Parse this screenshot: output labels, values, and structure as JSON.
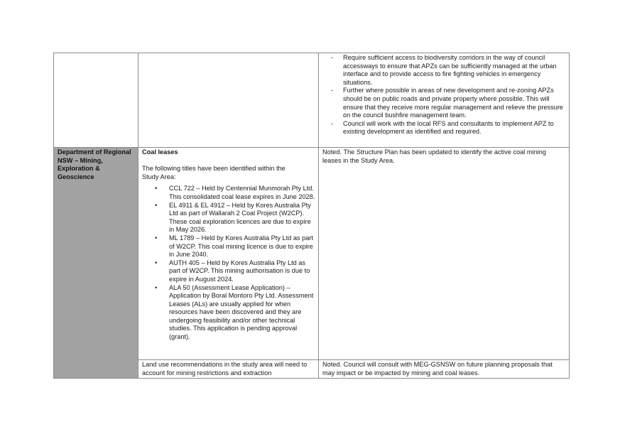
{
  "rows": {
    "top": {
      "stakeholder": "",
      "issue": "",
      "response_items": [
        "Require sufficient access to biodiversity corridors in the way of council accessways to ensure that APZs can be sufficiently managed at the urban interface and to provide access to fire fighting vehicles in emergency situations.",
        "Further where possible in areas of new development and re-zoning APZs should be on public roads and private property where possible. This will ensure that they receive more regular management and relieve the pressure on the council bushfire management team.",
        "Council will work with the local RFS and consultants to implement APZ to existing development as identified and required."
      ]
    },
    "coal": {
      "stakeholder": "Department of Regional NSW – Mining, Exploration & Geoscience",
      "heading": "Coal leases",
      "intro": "The following titles have been identified within the Study Area:",
      "items": [
        "CCL 722 – Held by Centennial Munmorah Pty Ltd. This consolidated coal lease expires in June 2028.",
        "EL 4911 & EL 4912 – Held by Kores Australia Pty Ltd as part of Wallarah 2 Coal Project (W2CP). These coal exploration licences are due to expire in May 2026.",
        "ML 1789 – Held by Kores Australia Pty Ltd as part of W2CP. This coal mining licence is due to expire in June 2040.",
        "AUTH 405 – Held by Kores Australia Pty Ltd as part of W2CP. This mining authorisation is due to expire in August 2024.",
        "ALA 50 (Assessment Lease Application) – Application by Boral Montoro Pty Ltd. Assessment Leases (ALs) are usually applied for when resources have been discovered and they are undergoing feasibility and/or other technical studies. This application is pending approval (grant)."
      ],
      "response": "Noted. The Structure Plan has been updated to identify the active coal mining leases in the Study Area."
    },
    "landuse": {
      "issue": "Land use recommendations in the study area will need to account for mining restrictions and extraction",
      "response": "Noted. Council will consult with MEG-GSNSW on future planning proposals that may impact or be impacted by mining and coal leases."
    }
  }
}
